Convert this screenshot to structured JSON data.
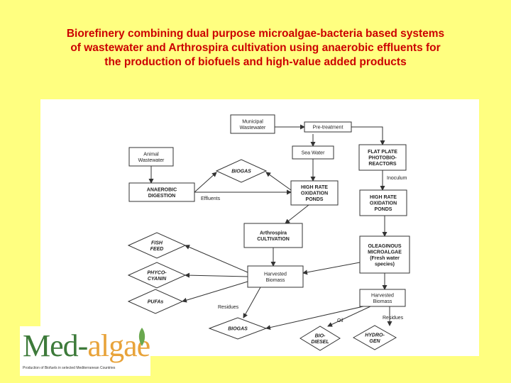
{
  "title": {
    "line1": "Biorefinery combining dual purpose microalgae-bacteria based systems",
    "line2": "of wastewater and Arthrospira cultivation using anaerobic effluents for",
    "line3": "the production of biofuels and high-value added products"
  },
  "diagram": {
    "nodes": {
      "municipal": [
        "Municipal",
        "Wastewater"
      ],
      "pretreatment": [
        "Pre-treatment"
      ],
      "animal": [
        "Animal",
        "Wastewater"
      ],
      "seawater": [
        "Sea Water"
      ],
      "flatplate": [
        "FLAT PLATE",
        "PHOTOBIO-",
        "REACTORS"
      ],
      "biogas_top": [
        "BIOGAS"
      ],
      "anaerobic": [
        "ANAEROBIC",
        "DIGESTION"
      ],
      "hrop_center": [
        "HIGH RATE",
        "OXIDATION",
        "PONDS"
      ],
      "hrop_right": [
        "HIGH RATE",
        "OXIDATION",
        "PONDS"
      ],
      "arthrospira": [
        "Arthrospira",
        "CULTIVATION"
      ],
      "oleaginous": [
        "OLEAGINOUS",
        "MICROALGAE",
        "(Fresh water",
        "species)"
      ],
      "fishfeed": [
        "FISH",
        "FEED"
      ],
      "phycocyanin": [
        "PHYCO-",
        "CYANIN"
      ],
      "pufas": [
        "PUFAs"
      ],
      "harvested_left": [
        "Harvested",
        "Biomass"
      ],
      "harvested_right": [
        "Harvested",
        "Biomass"
      ],
      "biogas_bottom": [
        "BIOGAS"
      ],
      "biodiesel": [
        "BIO-",
        "DIESEL"
      ],
      "hydrogen": [
        "HYDRO-",
        "GEN"
      ]
    },
    "edge_labels": {
      "inoculum": "Inoculum",
      "effluents": "Effluents",
      "residues_left": "Residues",
      "oil": "Oil",
      "residues_right": "Residues"
    }
  },
  "logo": {
    "name_part1": "Med-",
    "name_part2": "algae",
    "tagline": "Production of Biofuels in selected Mediterranean Countries"
  },
  "colors": {
    "background": "#ffff80",
    "title": "#cc0000",
    "logo_green": "#3d7a3a",
    "logo_orange": "#e8a33a"
  }
}
